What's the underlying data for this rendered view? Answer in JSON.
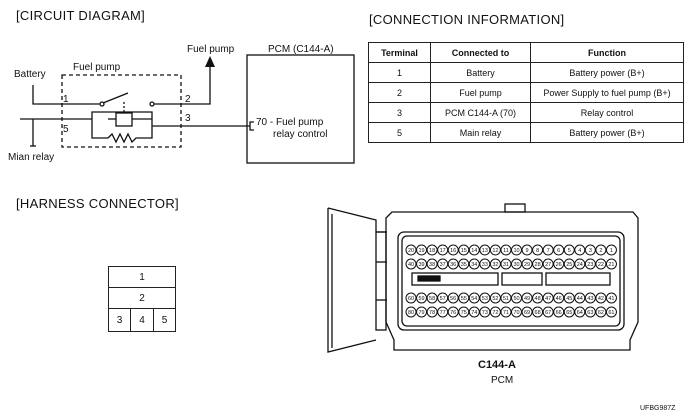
{
  "headers": {
    "circuit": "[CIRCUIT DIAGRAM]",
    "connection": "[CONNECTION INFORMATION]",
    "harness": "[HARNESS CONNECTOR]"
  },
  "circuit": {
    "battery": "Battery",
    "fuel_pump_box": "Fuel pump",
    "fuel_pump_out": "Fuel pump",
    "pcm": "PCM (C144-A)",
    "pin1": "1",
    "pin2": "2",
    "pin3": "3",
    "pin5": "5",
    "pcm_pin_line1": "70 - Fuel pump",
    "pcm_pin_line2": "relay control",
    "main_relay": "Mian relay"
  },
  "connection_table": {
    "headers": [
      "Terminal",
      "Connected to",
      "Function"
    ],
    "rows": [
      [
        "1",
        "Battery",
        "Battery power (B+)"
      ],
      [
        "2",
        "Fuel pump",
        "Power Supply to fuel pump (B+)"
      ],
      [
        "3",
        "PCM C144-A (70)",
        "Relay control"
      ],
      [
        "5",
        "Main relay",
        "Battery power (B+)"
      ]
    ]
  },
  "harness": {
    "cells": [
      "1",
      "2",
      "3",
      "4",
      "5"
    ]
  },
  "pcm_connector": {
    "row1": [
      "20",
      "19",
      "18",
      "17",
      "16",
      "15",
      "14",
      "13",
      "12",
      "11",
      "10",
      "9",
      "8",
      "7",
      "6",
      "5",
      "4",
      "3",
      "2",
      "1"
    ],
    "row2": [
      "40",
      "39",
      "38",
      "37",
      "36",
      "35",
      "34",
      "33",
      "32",
      "31",
      "30",
      "29",
      "28",
      "27",
      "26",
      "25",
      "24",
      "23",
      "22",
      "21"
    ],
    "row3": [
      "60",
      "59",
      "58",
      "57",
      "56",
      "55",
      "54",
      "53",
      "52",
      "51",
      "50",
      "49",
      "48",
      "47",
      "46",
      "45",
      "44",
      "43",
      "42",
      "41"
    ],
    "row4": [
      "80",
      "79",
      "78",
      "77",
      "76",
      "75",
      "74",
      "73",
      "72",
      "71",
      "70",
      "69",
      "68",
      "67",
      "66",
      "65",
      "64",
      "63",
      "62",
      "61"
    ],
    "name": "C144-A",
    "sub": "PCM"
  },
  "figure_code": "UFBG987Z"
}
